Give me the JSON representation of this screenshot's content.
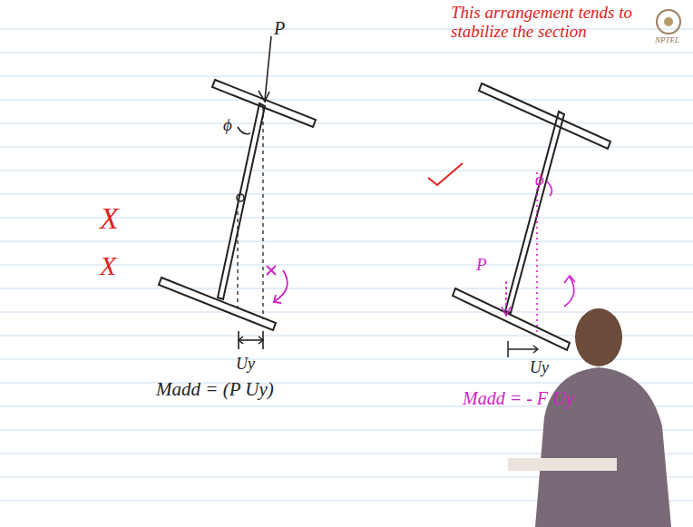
{
  "diagram": {
    "labels": [
      "This arrangement tends to stabilize the section",
      "NPTEL",
      "P",
      "ϕ",
      "X",
      "X",
      "Uy",
      "Madd = (P Uy)",
      "P",
      "ϕ",
      "Uy",
      "Madd = - F Uy"
    ]
  }
}
